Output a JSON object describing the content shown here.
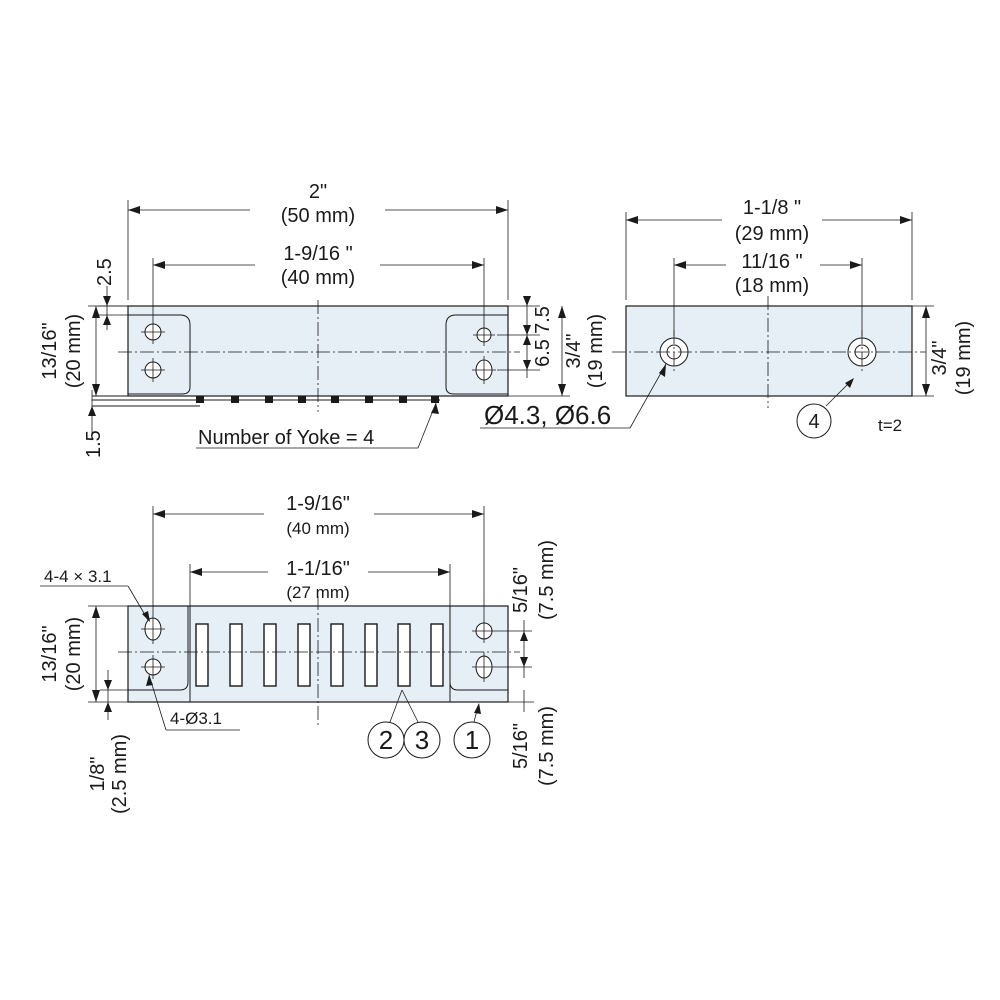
{
  "side_view": {
    "overall_width_in": "2\"",
    "overall_width_mm": "(50 mm)",
    "hole_pitch_in": "1-9/16 \"",
    "hole_pitch_mm": "(40 mm)",
    "top_offset": "2.5",
    "left_height_in": "13/16\"",
    "left_height_mm": "(20 mm)",
    "yoke_height": "1.5",
    "right_dim_top": "7.5",
    "right_dim_mid": "6.5",
    "right_height_in": "3/4\"",
    "right_height_mm": "(19 mm)",
    "hole_note": "Ø4.3, Ø6.6",
    "yoke_note": "Number of Yoke = 4"
  },
  "end_view": {
    "width_in": "1-1/8 \"",
    "width_mm": "(29 mm)",
    "pitch_in": "11/16 \"",
    "pitch_mm": "(18 mm)",
    "height_in": "3/4\"",
    "height_mm": "(19 mm)",
    "part_number": "4",
    "thickness": "t=2"
  },
  "bottom_view": {
    "pitch_in": "1-9/16\"",
    "pitch_mm": "(40 mm)",
    "inner_in": "1-1/16\"",
    "inner_mm": "(27 mm)",
    "slot_note": "4-4 × 3.1",
    "hole_note": "4-Ø3.1",
    "height_in": "13/16\"",
    "height_mm": "(20 mm)",
    "bottom_in": "1/8\"",
    "bottom_mm": "(2.5 mm)",
    "right_top_in": "5/16\"",
    "right_top_mm": "(7.5 mm)",
    "right_bot_in": "5/16\"",
    "right_bot_mm": "(7.5 mm)",
    "part_2": "2",
    "part_3": "3",
    "part_1": "1"
  }
}
